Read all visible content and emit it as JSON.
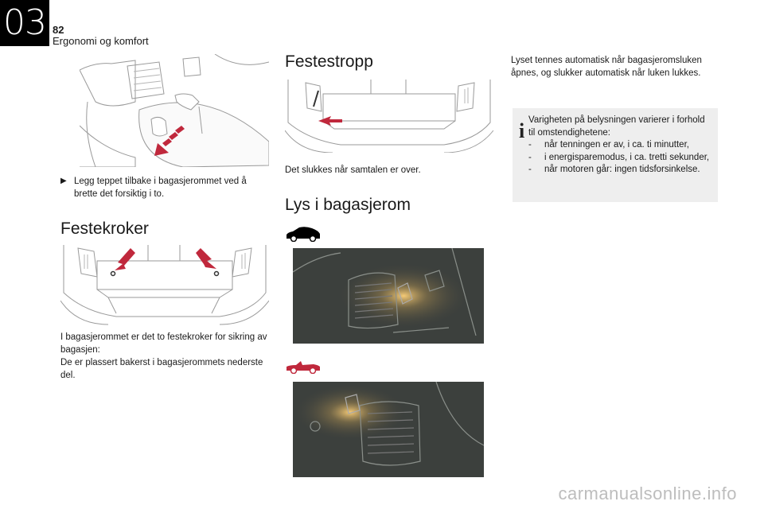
{
  "header": {
    "chapter": "03",
    "page_number": "82",
    "section": "Ergonomi og komfort"
  },
  "col1": {
    "step_text": "Legg teppet tilbake i bagasjerommet ved å brette det forsiktig i to.",
    "heading_festekroker": "Festekroker",
    "festekroker_text_1": "I bagasjerommet er det to festekroker for sikring av bagasjen:",
    "festekroker_text_2": "De er plassert bakerst i bagasjerommets nederste del."
  },
  "col2": {
    "heading_festestropp": "Festestropp",
    "festestropp_text": "Det slukkes når samtalen er over.",
    "heading_lys": "Lys i bagasjerom"
  },
  "col3": {
    "light_text": "Lyset tennes automatisk når bagasjeromsluken åpnes, og slukker automatisk når luken lukkes.",
    "note": {
      "intro": "Varigheten på belysningen varierer i forhold til omstendighetene:",
      "items": [
        "når tenningen er av, i ca. ti minutter,",
        "i energisparemodus, i ca. tretti sekunder,",
        "når motoren går: ingen tidsforsinkelse."
      ]
    }
  },
  "watermark": "carmanualsonline.info",
  "colors": {
    "arrow_red": "#c0283c",
    "tab_black": "#000000",
    "note_grey": "#eeeeee"
  },
  "icons": [
    "step-arrow-icon",
    "info-icon",
    "hatchback-car-icon",
    "cabriolet-car-icon"
  ]
}
